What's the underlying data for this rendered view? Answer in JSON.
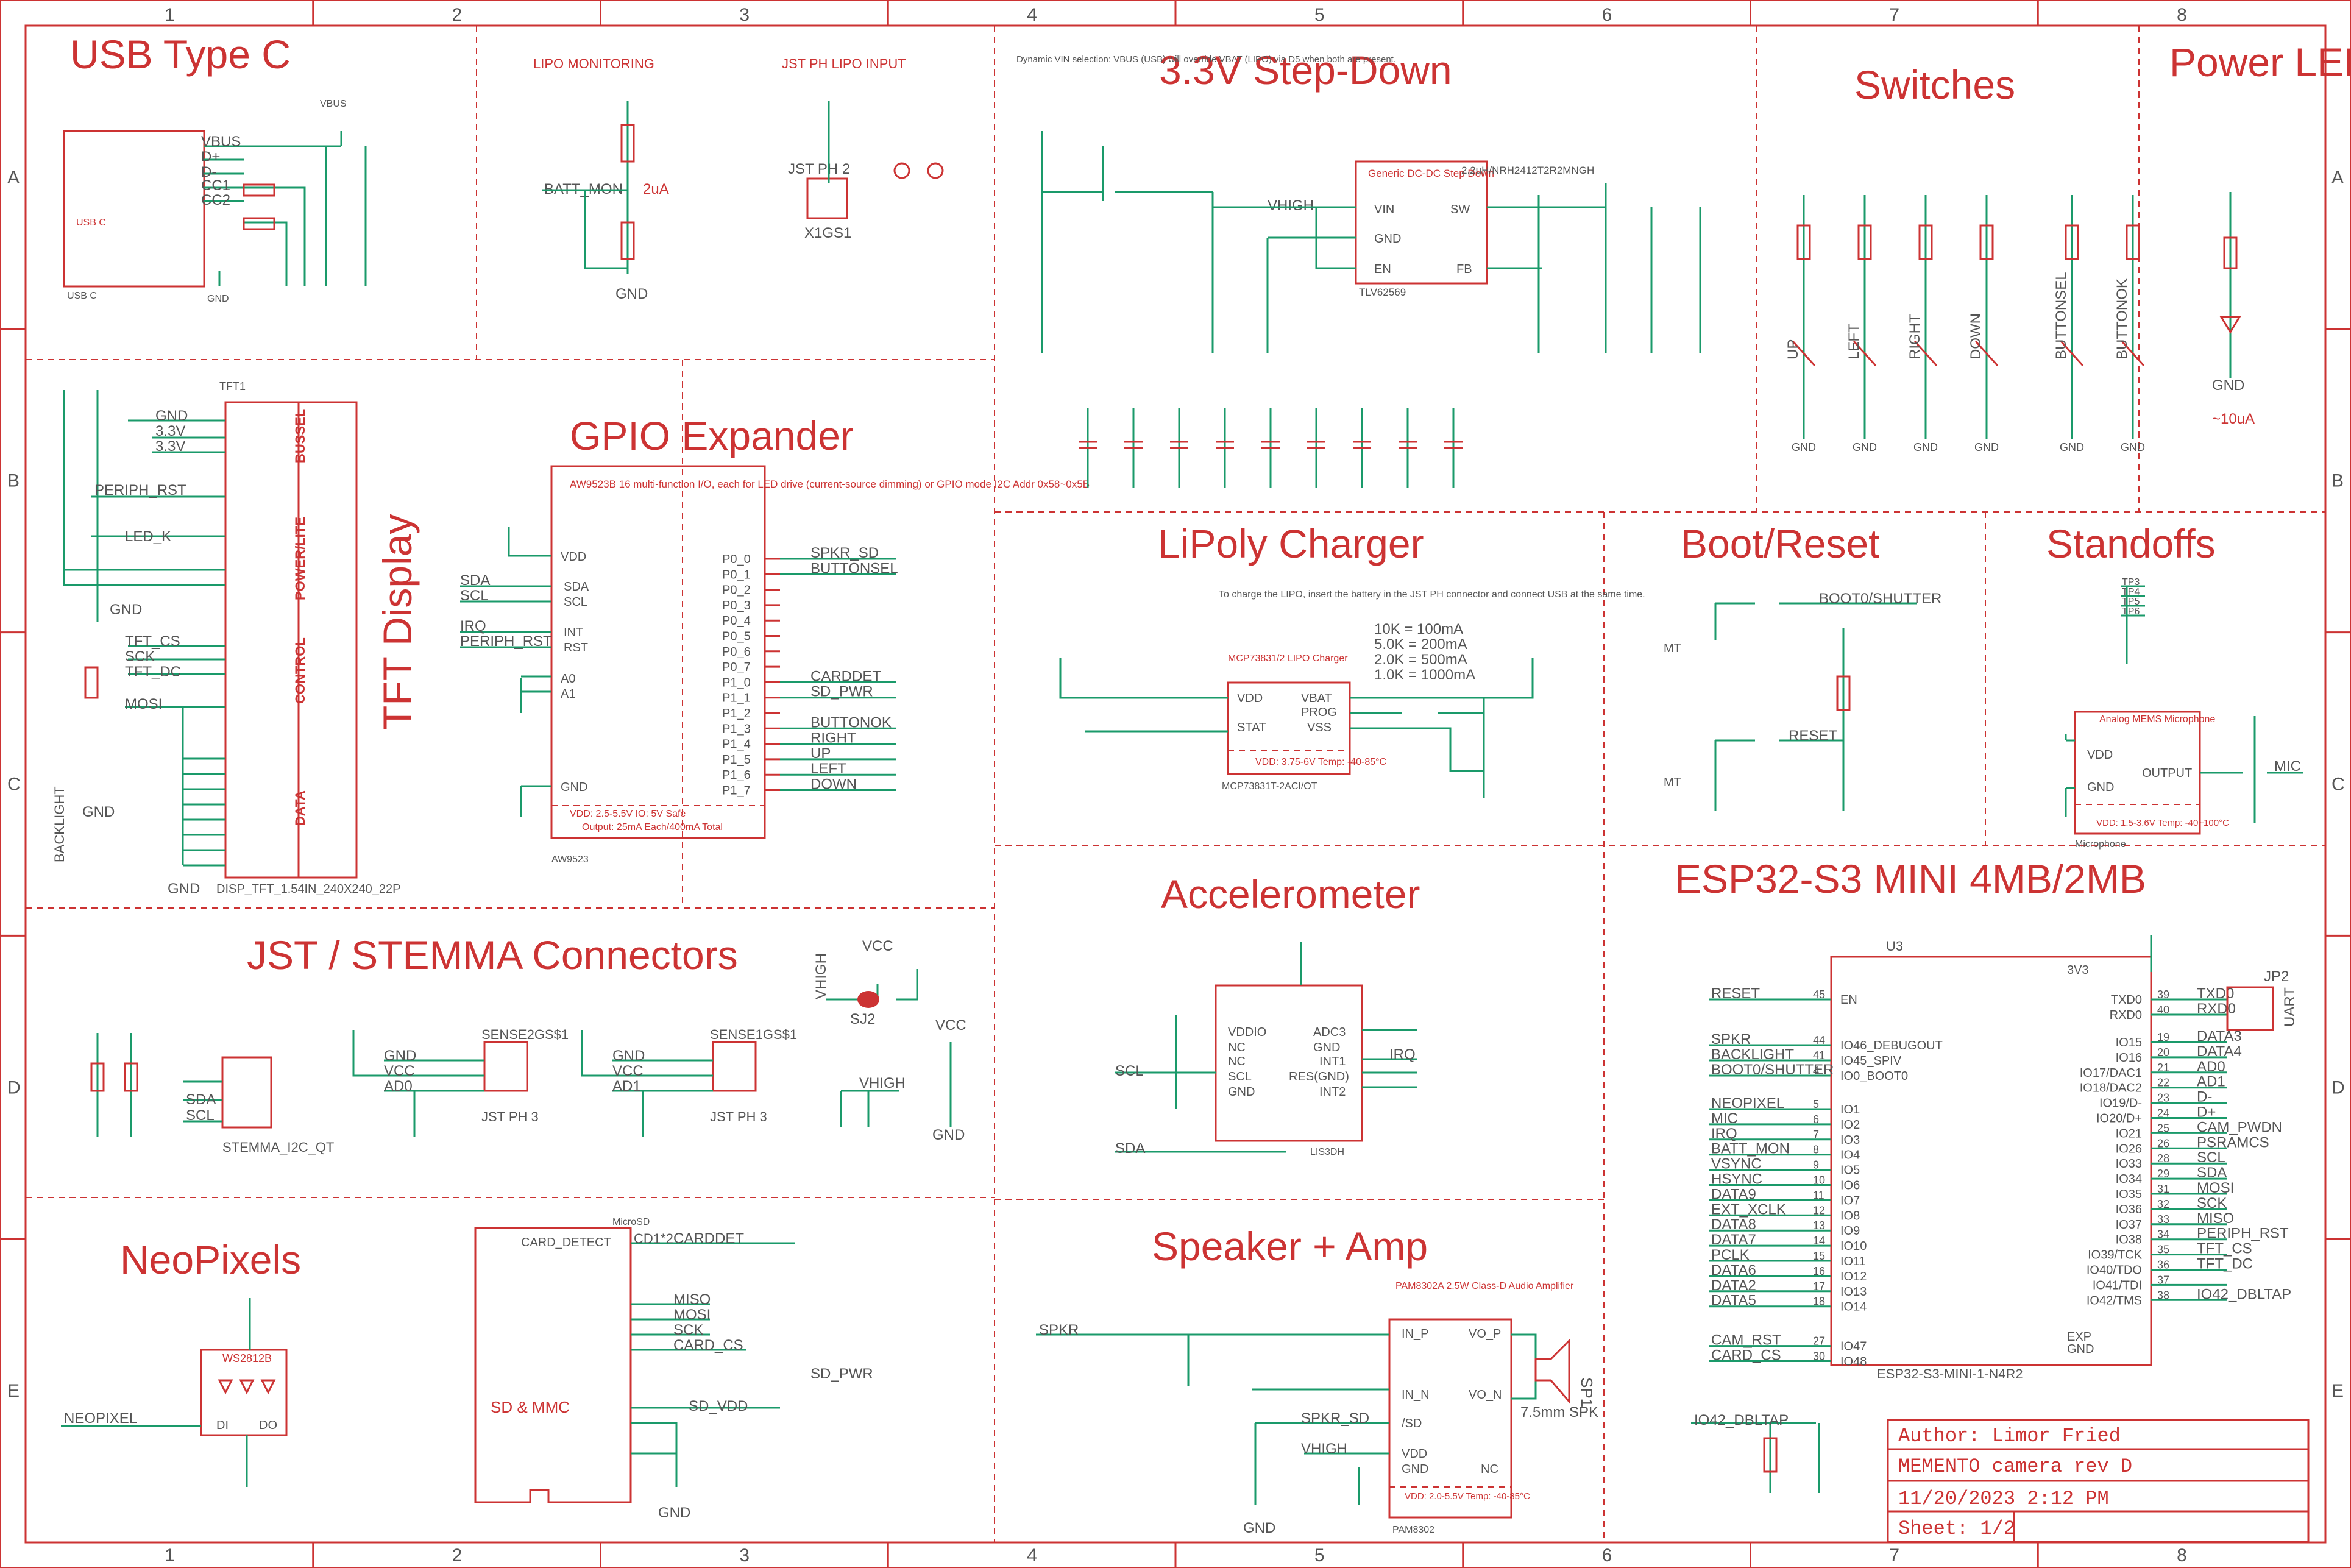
{
  "frame": {
    "columns": [
      "1",
      "2",
      "3",
      "4",
      "5",
      "6",
      "7",
      "8"
    ],
    "rows": [
      "A",
      "B",
      "C",
      "D",
      "E"
    ]
  },
  "sections": {
    "usb": "USB Type C",
    "tft": "TFT Display",
    "gpio": "GPIO Expander",
    "jst": "JST / STEMMA Connectors",
    "neo": "NeoPixels",
    "stepdown": "3.3V Step-Down",
    "lipo": "LiPoly Charger",
    "accel": "Accelerometer",
    "speaker": "Speaker + Amp",
    "switches": "Switches",
    "powerled": "Power LED",
    "bootreset": "Boot/Reset",
    "standoffs": "Standoffs",
    "esp": "ESP32-S3 MINI 4MB/2MB"
  },
  "labels": {
    "lipo_monitoring": "LIPO MONITORING",
    "jst_ph_lipo_input": "JST PH LIPO INPUT",
    "dynamic_vin": "Dynamic VIN selection: VBUS (USB) will override VBAT (LIPO) via D5 when both are present.",
    "usb_c": "USB C",
    "usb_c_part": "USB C",
    "batt_mon": "BATT_MON",
    "batt_current": "2uA",
    "jst_ph_2": "JST PH 2",
    "x1gs1": "X1GS1",
    "vhigh": "VHIGH",
    "tps_title": "Generic DC-DC Step Down",
    "tps_part": "TLV62569",
    "inductor": "2.2uH/NRH2412T2R2MNGH",
    "tft1": "TFT1",
    "disp_part": "DISP_TFT_1.54IN_240X240_22P",
    "backlight": "BACKLIGHT",
    "gpio_desc": "AW9523B 16 multi-function I/O, each for LED drive (current-source dimming) or GPIO mode I2C Addr 0x58~0x5B",
    "gpio_vdd": "VDD: 2.5-5.5V   IO: 5V Safe",
    "gpio_output": "Output: 25mA Each/400mA Total",
    "gpio_part": "AW9523",
    "lipo_note": "To charge the LIPO, insert the battery in the JST PH connector and connect USB at the same time.",
    "charge_table": [
      "10K = 100mA",
      "5.0K = 200mA",
      "2.0K = 500mA",
      "1.0K = 1000mA"
    ],
    "mcp_part": "MCP73831/2 LIPO Charger",
    "mcp_vdd": "VDD: 3.75-6V  Temp: -40-85°C",
    "mcp_footer": "MCP73831T-2ACI/OT",
    "accel_part": "LIS3DH",
    "amp_part": "PAM8302A 2.5W Class-D Audio Amplifier",
    "amp_vdd": "VDD: 2.0-5.5V  Temp: -40-85°C",
    "amp_footer": "PAM8302",
    "speaker_label": "7.5mm SPK",
    "sp1": "SP1",
    "sd_label": "SD & MMC",
    "microsd": "MicroSD",
    "neo_part": "WS2812B",
    "power_led_current": "~10uA",
    "mic_part": "Analog MEMS Microphone",
    "mic_vdd": "VDD: 1.5-3.6V  Temp: -40~100°C",
    "mic_footer": "Microphone",
    "esp_part": "ESP32-S3-MINI-1-N4R2",
    "uart": "UART",
    "stemma": "STEMMA_I2C_QT",
    "sense2": "SENSE2GS$1",
    "sense1": "SENSE1GS$1",
    "jst_ph_3a": "JST PH 3",
    "jst_ph_3b": "JST PH 3"
  },
  "esp": {
    "left_pins": [
      [
        "RESET",
        "45",
        "EN"
      ],
      [
        "SPKR",
        "44",
        "IO46_DEBUGOUT"
      ],
      [
        "BACKLIGHT",
        "41",
        "IO45_SPIV"
      ],
      [
        "BOOT0/SHUTTER",
        "4",
        "IO0_BOOT0"
      ],
      [
        "NEOPIXEL",
        "5",
        "IO1"
      ],
      [
        "MIC",
        "6",
        "IO2"
      ],
      [
        "IRQ",
        "7",
        "IO3"
      ],
      [
        "BATT_MON",
        "8",
        "IO4"
      ],
      [
        "VSYNC",
        "9",
        "IO5"
      ],
      [
        "HSYNC",
        "10",
        "IO6"
      ],
      [
        "DATA9",
        "11",
        "IO7"
      ],
      [
        "EXT_XCLK",
        "12",
        "IO8"
      ],
      [
        "DATA8",
        "13",
        "IO9"
      ],
      [
        "DATA7",
        "14",
        "IO10"
      ],
      [
        "PCLK",
        "15",
        "IO11"
      ],
      [
        "DATA6",
        "16",
        "IO12"
      ],
      [
        "DATA2",
        "17",
        "IO13"
      ],
      [
        "DATA5",
        "18",
        "IO14"
      ],
      [
        "CAM_RST",
        "27",
        "IO47"
      ],
      [
        "CARD_CS",
        "30",
        "IO48"
      ]
    ],
    "right_pins": [
      [
        "TXD0",
        "39",
        "TXD0"
      ],
      [
        "RXD0",
        "40",
        "RXD0"
      ],
      [
        "DATA3",
        "19",
        "IO15"
      ],
      [
        "DATA4",
        "20",
        "IO16"
      ],
      [
        "AD0",
        "21",
        "IO17/DAC1"
      ],
      [
        "AD1",
        "22",
        "IO18/DAC2"
      ],
      [
        "D-",
        "23",
        "IO19/D-"
      ],
      [
        "D+",
        "24",
        "IO20/D+"
      ],
      [
        "CAM_PWDN",
        "25",
        "IO21"
      ],
      [
        "PSRAMCS",
        "26",
        "IO26"
      ],
      [
        "SCL",
        "28",
        "IO33"
      ],
      [
        "SDA",
        "29",
        "IO34"
      ],
      [
        "MOSI",
        "31",
        "IO35"
      ],
      [
        "SCK",
        "32",
        "IO36"
      ],
      [
        "MISO",
        "33",
        "IO37"
      ],
      [
        "PERIPH_RST",
        "34",
        "IO38"
      ],
      [
        "TFT_CS",
        "35",
        "IO39/TCK"
      ],
      [
        "TFT_DC",
        "36",
        "IO40/TDO"
      ],
      [
        "",
        "37",
        "IO41/TDI"
      ],
      [
        "IO42_DBLTAP",
        "38",
        "IO42/TMS"
      ]
    ]
  },
  "gpio": {
    "right_nets": [
      "SPKR_SD",
      "BUTTONSEL",
      "",
      "",
      "",
      "",
      "",
      "",
      "CARDDET",
      "SD_PWR",
      "",
      "BUTTONOK",
      "RIGHT",
      "UP",
      "LEFT",
      "DOWN"
    ],
    "left_nets": [
      "SDA",
      "SCL",
      "IRQ",
      "PERIPH_RST"
    ]
  },
  "switches": [
    "UP",
    "LEFT",
    "RIGHT",
    "DOWN",
    "BUTTONSEL",
    "BUTTONOK"
  ],
  "standoffs": [
    "TP3",
    "TP4",
    "TP5",
    "TP6"
  ],
  "title_block": {
    "author": "Author: Limor Fried",
    "project": "MEMENTO camera rev D",
    "date": "11/20/2023 2:12 PM",
    "sheet": "Sheet: 1/2"
  },
  "colors": {
    "ink": "#cc3333",
    "wire": "#1a9a6a",
    "text": "#555555"
  }
}
